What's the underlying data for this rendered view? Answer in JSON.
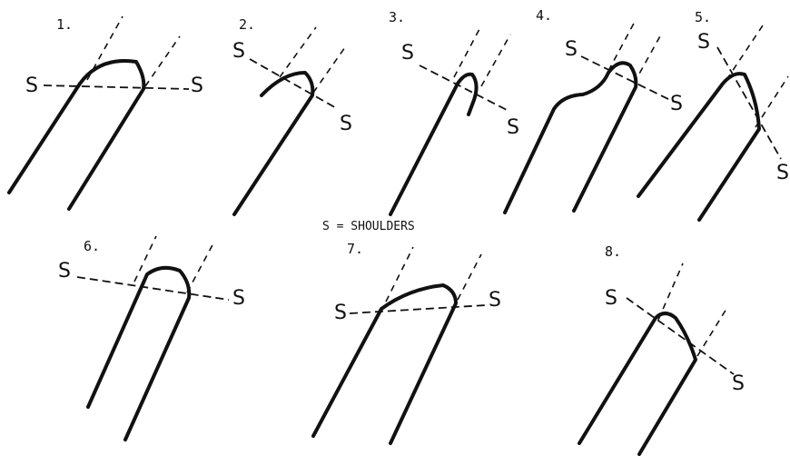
{
  "legend": {
    "text": "S = SHOULDERS"
  },
  "shoulder_label": "S",
  "panels": [
    {
      "number": "1."
    },
    {
      "number": "2."
    },
    {
      "number": "3."
    },
    {
      "number": "4."
    },
    {
      "number": "5."
    },
    {
      "number": "6."
    },
    {
      "number": "7."
    },
    {
      "number": "8."
    }
  ]
}
